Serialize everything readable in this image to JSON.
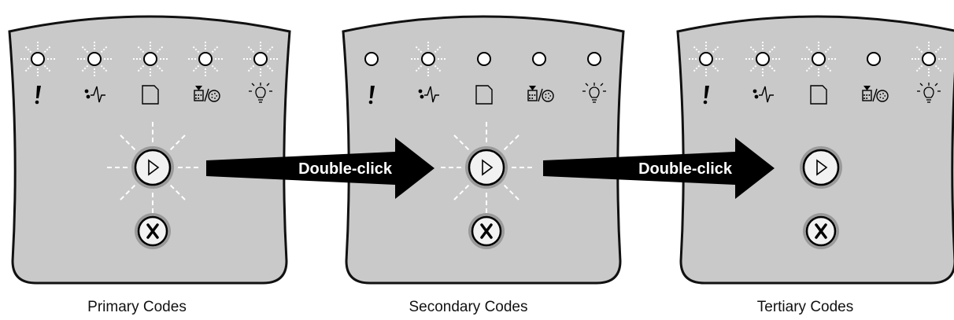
{
  "panels": [
    {
      "caption": "Primary Codes",
      "lights": [
        "on",
        "on",
        "on",
        "on",
        "on"
      ],
      "continue_button_lit": true
    },
    {
      "caption": "Secondary Codes",
      "lights": [
        "off",
        "on",
        "off",
        "off",
        "off"
      ],
      "continue_button_lit": true
    },
    {
      "caption": "Tertiary Codes",
      "lights": [
        "on",
        "on",
        "on",
        "off",
        "on"
      ],
      "continue_button_lit": false
    }
  ],
  "arrows": [
    {
      "label": "Double-click"
    },
    {
      "label": "Double-click"
    }
  ],
  "indicator_icons": [
    "error-icon",
    "paper-jam-icon",
    "load-paper-icon",
    "toner-drum-icon",
    "ready-icon"
  ],
  "colors": {
    "panel_fill": "#c9c9c9",
    "panel_border": "#111111",
    "arrow_fill": "#000000",
    "arrow_text": "#ffffff",
    "button_fill": "#f2f2f2"
  }
}
